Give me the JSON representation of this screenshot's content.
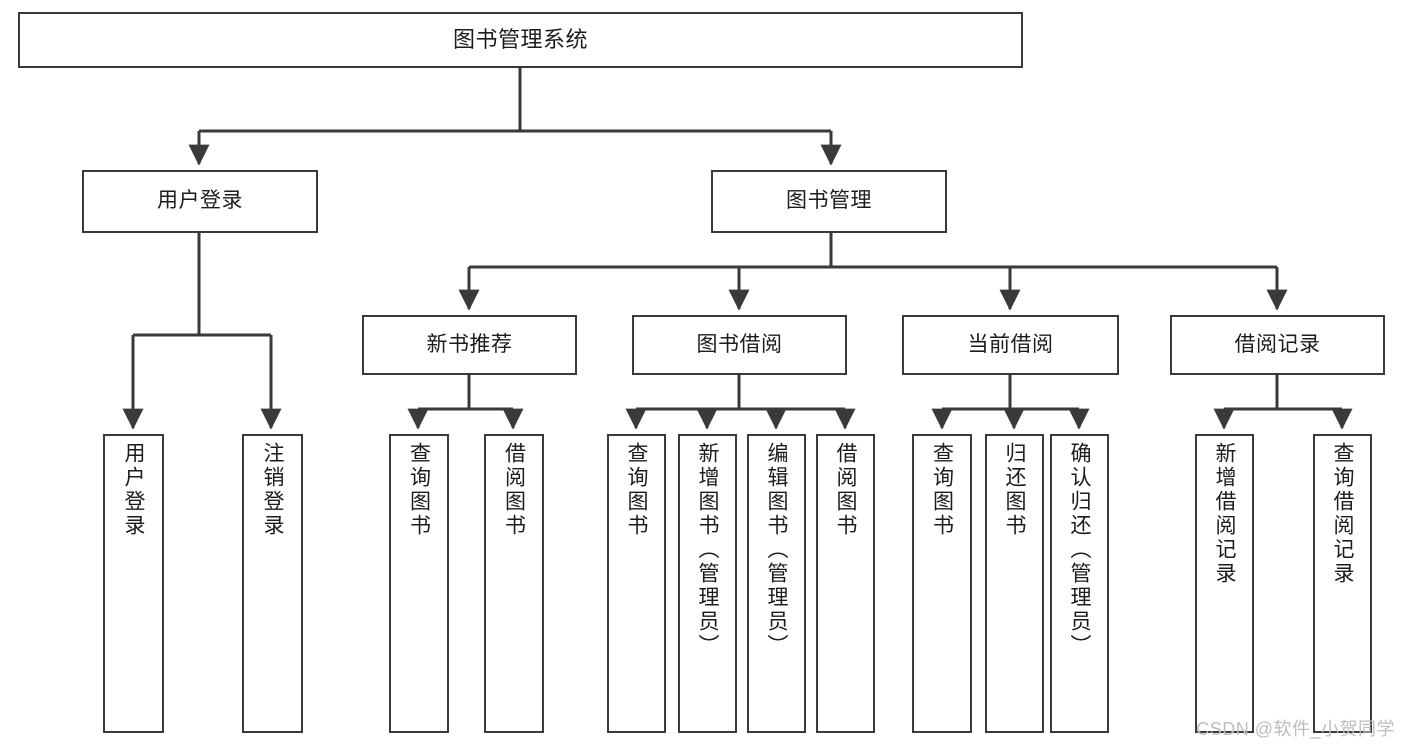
{
  "diagram": {
    "title": "图书管理系统",
    "type": "tree",
    "background_color": "#ffffff",
    "node_border_color": "#3a3a3a",
    "node_fill_color": "#ffffff",
    "text_color": "#1c1c1c",
    "edge_color": "#3a3a3a"
  },
  "nodes": {
    "root": {
      "label": "图书管理系统",
      "level": 1
    },
    "level2": [
      {
        "id": "user-login",
        "label": "用户登录",
        "level": 2
      },
      {
        "id": "book-manage",
        "label": "图书管理",
        "level": 2
      }
    ],
    "level3": [
      {
        "id": "new-book-rec",
        "label": "新书推荐",
        "level": 3,
        "parent": "book-manage"
      },
      {
        "id": "book-borrow",
        "label": "图书借阅",
        "level": 3,
        "parent": "book-manage"
      },
      {
        "id": "current-borrow",
        "label": "当前借阅",
        "level": 3,
        "parent": "book-manage"
      },
      {
        "id": "borrow-record",
        "label": "借阅记录",
        "level": 3,
        "parent": "book-manage"
      }
    ],
    "leaves": [
      {
        "id": "leaf-user-login",
        "label": "用户登录",
        "parent": "user-login"
      },
      {
        "id": "leaf-logout-login",
        "label": "注销登录",
        "parent": "user-login"
      },
      {
        "id": "leaf-query-book-1",
        "label": "查询图书",
        "parent": "new-book-rec"
      },
      {
        "id": "leaf-borrow-book-1",
        "label": "借阅图书",
        "parent": "new-book-rec"
      },
      {
        "id": "leaf-query-book-2",
        "label": "查询图书",
        "parent": "book-borrow"
      },
      {
        "id": "leaf-add-book",
        "label": "新增图书（管理员）",
        "parent": "book-borrow"
      },
      {
        "id": "leaf-edit-book",
        "label": "编辑图书（管理员）",
        "parent": "book-borrow"
      },
      {
        "id": "leaf-borrow-book-2",
        "label": "借阅图书",
        "parent": "book-borrow"
      },
      {
        "id": "leaf-query-book-3",
        "label": "查询图书",
        "parent": "current-borrow"
      },
      {
        "id": "leaf-return-book",
        "label": "归还图书",
        "parent": "current-borrow"
      },
      {
        "id": "leaf-confirm-return",
        "label": "确认归还（管理员）",
        "parent": "current-borrow"
      },
      {
        "id": "leaf-add-record",
        "label": "新增借阅记录",
        "parent": "borrow-record"
      },
      {
        "id": "leaf-query-record",
        "label": "查询借阅记录",
        "parent": "borrow-record"
      }
    ]
  },
  "watermark": {
    "text": "CSDN @软件_小贺同学"
  }
}
